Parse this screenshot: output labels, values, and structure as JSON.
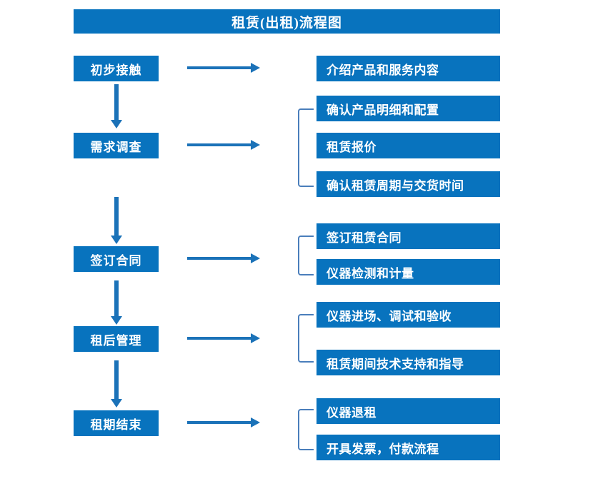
{
  "diagram": {
    "title": "租赁(出租)流程图",
    "colors": {
      "box_fill": "#0873BE",
      "box_text": "#FFFFFF",
      "arrow": "#1B72B8",
      "bracket": "#4A7EBB",
      "background": "#FFFFFF"
    },
    "stages": [
      {
        "id": "stage-1",
        "label": "初步接触",
        "details": [
          "介绍产品和服务内容"
        ],
        "has_bracket": false
      },
      {
        "id": "stage-2",
        "label": "需求调查",
        "details": [
          "确认产品明细和配置",
          "租赁报价",
          "确认租赁周期与交货时间"
        ],
        "has_bracket": true
      },
      {
        "id": "stage-3",
        "label": "签订合同",
        "details": [
          "签订租赁合同",
          "仪器检测和计量"
        ],
        "has_bracket": true
      },
      {
        "id": "stage-4",
        "label": "租后管理",
        "details": [
          "仪器进场、调试和验收",
          "租赁期间技术支持和指导"
        ],
        "has_bracket": true
      },
      {
        "id": "stage-5",
        "label": "租期结束",
        "details": [
          "仪器退租",
          "开具发票，付款流程"
        ],
        "has_bracket": true
      }
    ],
    "flow_order": [
      "初步接触",
      "需求调查",
      "签订合同",
      "租后管理",
      "租期结束"
    ]
  }
}
